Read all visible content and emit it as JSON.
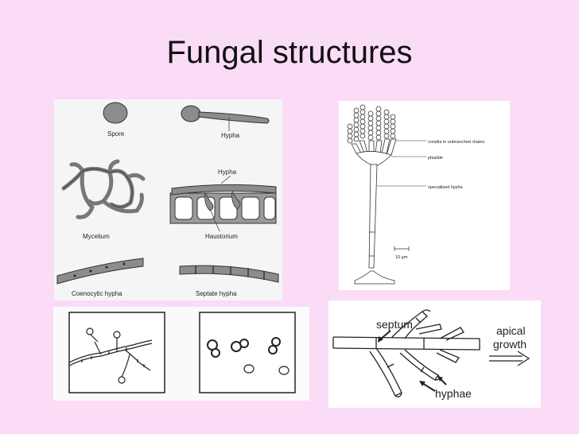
{
  "slide": {
    "title": "Fungal structures"
  },
  "panel1": {
    "spore": "Spore",
    "hypha": "Hypha",
    "mycelium": "Mycelium",
    "hypha2": "Hypha",
    "haustorium": "Haustorium",
    "coenocytic": "Coenocytic hypha",
    "septate": "Septate hypha"
  },
  "panel2": {
    "conidia": "conidia in unbranched chains",
    "phialide": "phialide",
    "specialised": "specialised hypha",
    "scale": "10 µm"
  },
  "panel4": {
    "septum": "septum",
    "apical_line1": "apical",
    "apical_line2": "growth",
    "hyphae": "hyphae"
  },
  "colors": {
    "background": "#fadcf7",
    "ink": "#222222",
    "gray_fill": "#8c8c8c"
  }
}
